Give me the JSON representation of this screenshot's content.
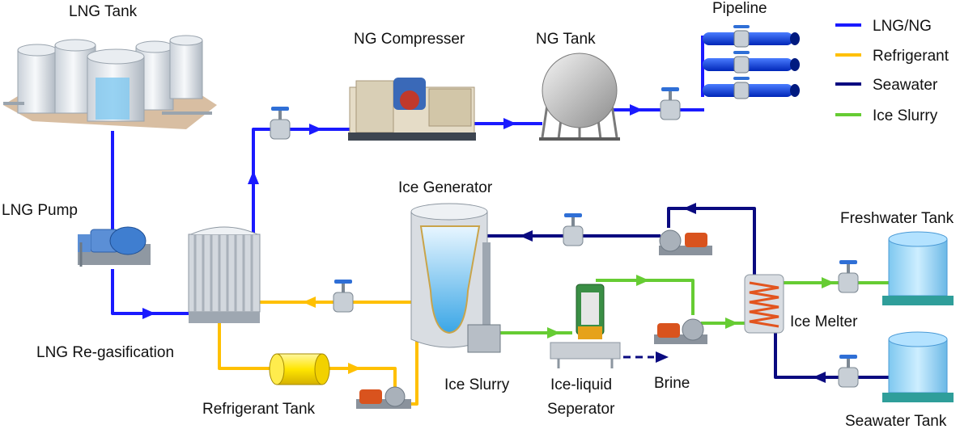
{
  "labels": {
    "lng_tank": "LNG Tank",
    "ng_compresser": "NG Compresser",
    "ng_tank": "NG Tank",
    "pipeline": "Pipeline",
    "lng_pump": "LNG Pump",
    "lng_regas": "LNG Re-gasification",
    "refrigerant_tank": "Refrigerant Tank",
    "ice_generator": "Ice Generator",
    "ice_slurry": "Ice Slurry",
    "ice_liquid_1": "Ice-liquid",
    "ice_liquid_2": "Seperator",
    "brine": "Brine",
    "ice_melter": "Ice Melter",
    "freshwater_tank": "Freshwater Tank",
    "seawater_tank": "Seawater Tank"
  },
  "legend": [
    {
      "label": "LNG/NG",
      "color": "#1a1aff"
    },
    {
      "label": "Refrigerant",
      "color": "#ffc000"
    },
    {
      "label": "Seawater",
      "color": "#0a0a80"
    },
    {
      "label": "Ice Slurry",
      "color": "#66cc33"
    }
  ],
  "colors": {
    "lng": "#1a1aff",
    "refrigerant": "#ffc000",
    "seawater": "#0a0a80",
    "slurry": "#66cc33",
    "brine": "#0a0a80"
  }
}
